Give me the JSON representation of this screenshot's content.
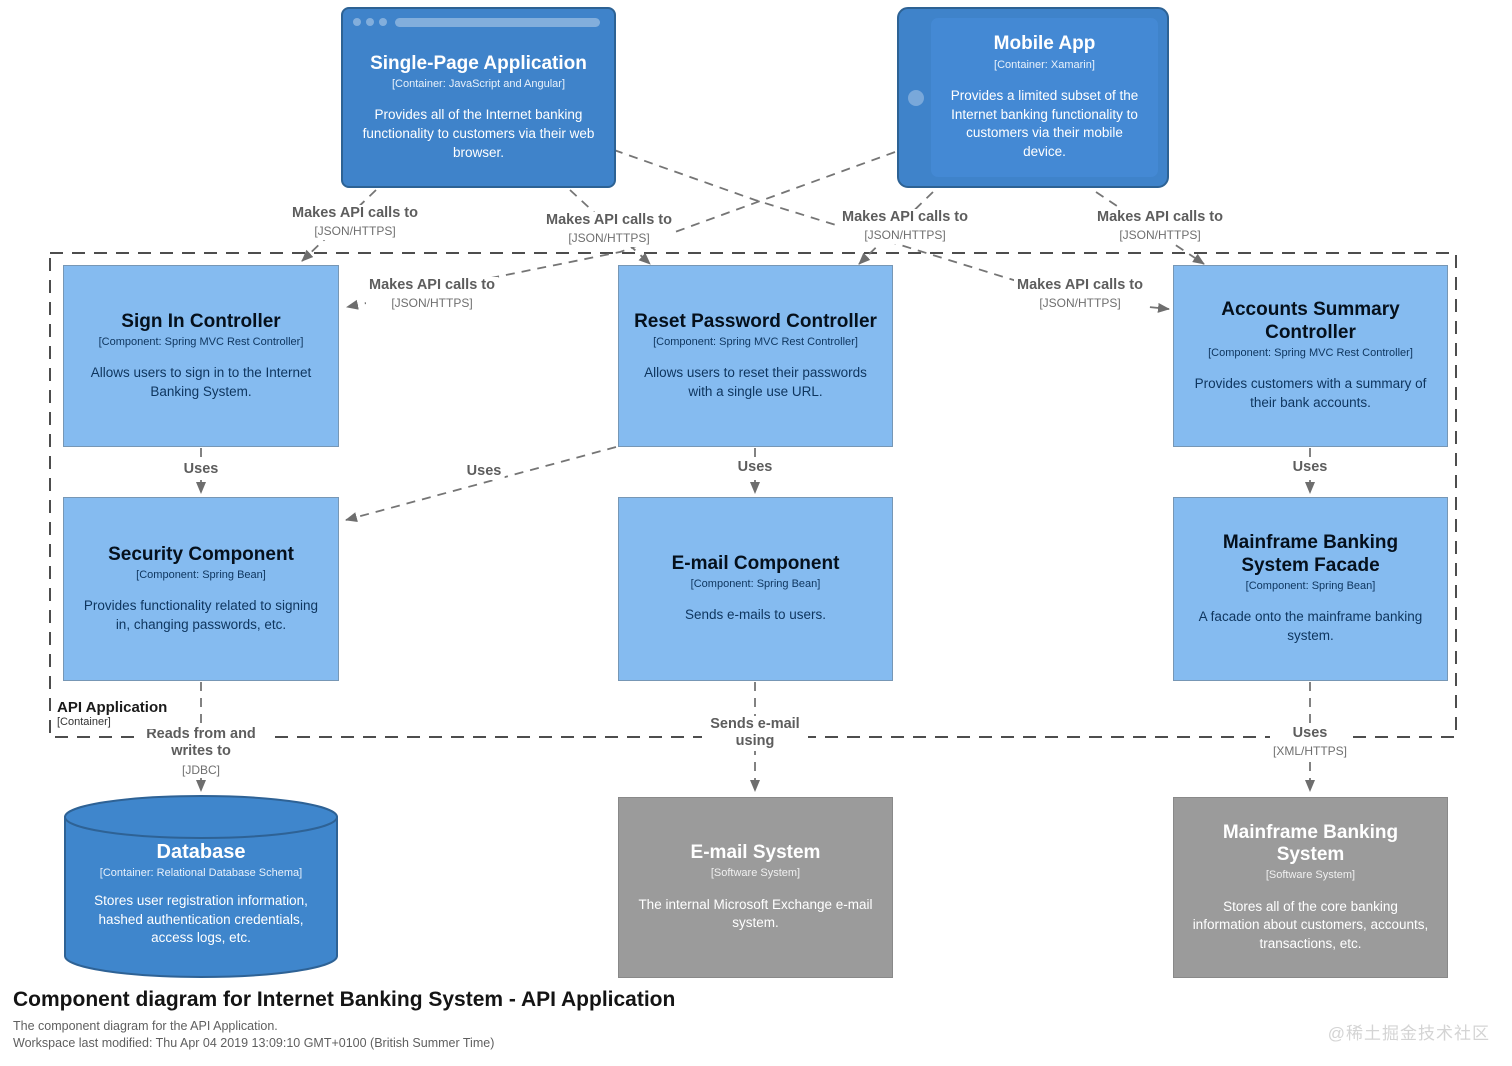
{
  "boundary": {
    "name": "API Application",
    "meta": "[Container]"
  },
  "nodes": {
    "spa": {
      "title": "Single-Page Application",
      "meta": "[Container: JavaScript and Angular]",
      "desc": "Provides all of the Internet banking functionality to customers via their web browser."
    },
    "mobile": {
      "title": "Mobile App",
      "meta": "[Container: Xamarin]",
      "desc": "Provides a limited subset of the Internet banking functionality to customers via their mobile device."
    },
    "signin": {
      "title": "Sign In Controller",
      "meta": "[Component: Spring MVC Rest Controller]",
      "desc": "Allows users to sign in to the Internet Banking System."
    },
    "reset": {
      "title": "Reset Password Controller",
      "meta": "[Component: Spring MVC Rest Controller]",
      "desc": "Allows users to reset their passwords with a single use URL."
    },
    "accounts": {
      "title": "Accounts Summary Controller",
      "meta": "[Component: Spring MVC Rest Controller]",
      "desc": "Provides customers with a summary of their bank accounts."
    },
    "security": {
      "title": "Security Component",
      "meta": "[Component: Spring Bean]",
      "desc": "Provides functionality related to signing in, changing passwords, etc."
    },
    "email": {
      "title": "E-mail Component",
      "meta": "[Component: Spring Bean]",
      "desc": "Sends e-mails to users."
    },
    "facade": {
      "title": "Mainframe Banking System Facade",
      "meta": "[Component: Spring Bean]",
      "desc": "A facade onto the mainframe banking system."
    },
    "database": {
      "title": "Database",
      "meta": "[Container: Relational Database Schema]",
      "desc": "Stores user registration information, hashed authentication credentials, access logs, etc."
    },
    "emailsys": {
      "title": "E-mail System",
      "meta": "[Software System]",
      "desc": "The internal Microsoft Exchange e-mail system."
    },
    "mainframe": {
      "title": "Mainframe Banking System",
      "meta": "[Software System]",
      "desc": "Stores all of the core banking information about customers, accounts, transactions, etc."
    }
  },
  "edges": [
    {
      "from": "Single-Page Application",
      "to": "Sign In Controller",
      "text": "Makes API calls to",
      "tech": "[JSON/HTTPS]"
    },
    {
      "from": "Single-Page Application",
      "to": "Reset Password Controller",
      "text": "Makes API calls to",
      "tech": "[JSON/HTTPS]"
    },
    {
      "from": "Mobile App",
      "to": "Reset Password Controller",
      "text": "Makes API calls to",
      "tech": "[JSON/HTTPS]"
    },
    {
      "from": "Mobile App",
      "to": "Accounts Summary Controller",
      "text": "Makes API calls to",
      "tech": "[JSON/HTTPS]"
    },
    {
      "from": "Mobile App",
      "to": "Sign In Controller",
      "text": "Makes API calls to",
      "tech": "[JSON/HTTPS]"
    },
    {
      "from": "Single-Page Application",
      "to": "Accounts Summary Controller",
      "text": "Makes API calls to",
      "tech": "[JSON/HTTPS]"
    },
    {
      "from": "Sign In Controller",
      "to": "Security Component",
      "text": "Uses"
    },
    {
      "from": "Reset Password Controller",
      "to": "Security Component",
      "text": "Uses"
    },
    {
      "from": "Reset Password Controller",
      "to": "E-mail Component",
      "text": "Uses"
    },
    {
      "from": "Accounts Summary Controller",
      "to": "Mainframe Banking System Facade",
      "text": "Uses"
    },
    {
      "from": "Security Component",
      "to": "Database",
      "text": "Reads from and writes to",
      "tech": "[JDBC]"
    },
    {
      "from": "E-mail Component",
      "to": "E-mail System",
      "text": "Sends e-mail using"
    },
    {
      "from": "Mainframe Banking System Facade",
      "to": "Mainframe Banking System",
      "text": "Uses",
      "tech": "[XML/HTTPS]"
    }
  ],
  "footer": {
    "title": "Component diagram for Internet Banking System - API Application",
    "subtitle": "The component diagram for the API Application.",
    "workspace": "Workspace last modified: Thu Apr 04 2019 13:09:10 GMT+0100 (British Summer Time)"
  },
  "watermark": "@稀土掘金技术社区",
  "colors": {
    "container_blue": "#3f83ca",
    "container_border": "#2d6294",
    "component_blue": "#85bbf0",
    "external_gray": "#9b9b9b",
    "line_gray": "#707070",
    "boundary_gray": "#4d4d4d"
  }
}
